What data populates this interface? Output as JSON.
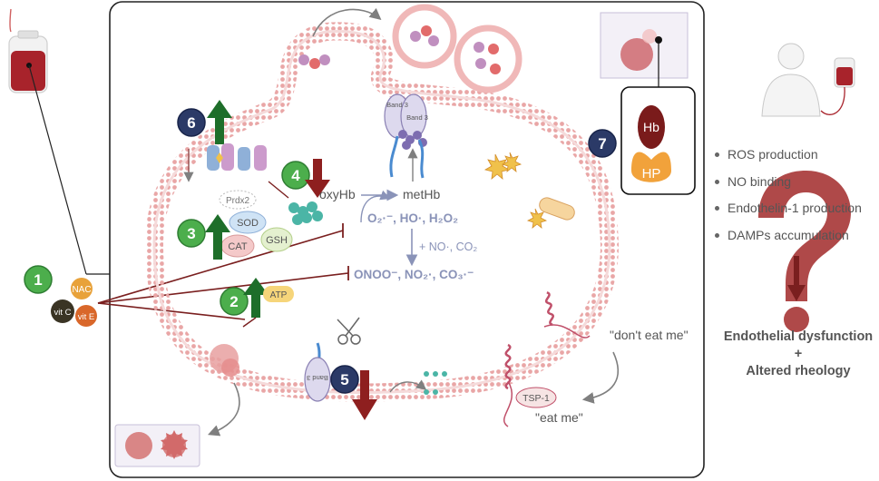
{
  "badges": {
    "b1": "1",
    "b2": "2",
    "b3": "3",
    "b4": "4",
    "b5": "5",
    "b6": "6",
    "b7": "7"
  },
  "antioxidants": {
    "nac": "NAC",
    "vitc": "vit C",
    "vite": "vit E"
  },
  "enzymes": {
    "prdx2": "Prdx2",
    "sod": "SOD",
    "cat": "CAT",
    "gsh": "GSH",
    "atp": "ATP"
  },
  "band3": {
    "a": "Band 3",
    "b": "Band 3",
    "c": "Band 3"
  },
  "hemoglobin": {
    "oxyhb": "oxyHb",
    "methb": "metHb"
  },
  "reactions": {
    "nitric": "+ NO·, CO₂"
  },
  "ros_species": {
    "line1": "O₂·⁻, HO·, H₂O₂",
    "line2": "ONOO⁻, NO₂·, CO₃·⁻"
  },
  "signals": {
    "dont_eat_me": "\"don't eat me\"",
    "eat_me": "\"eat me\"",
    "tsp1": "TSP-1"
  },
  "complex": {
    "hb": "Hb",
    "hp": "HP"
  },
  "consequences": [
    "ROS production",
    "NO binding",
    "Endothelin-1 production",
    "DAMPs accumulation"
  ],
  "conclusion": {
    "line1": "Endothelial dysfunction",
    "line2": "+",
    "line3": "Altered rheology"
  },
  "colors": {
    "green_badge": "#4cae4c",
    "navy_badge": "#2b3a67",
    "up_arrow": "#1e6e2a",
    "down_arrow": "#8e1f1f",
    "membrane": "#e8a3a3",
    "blood": "#a8232b",
    "question": "#a83a3a",
    "hp": "#f1a23b"
  }
}
